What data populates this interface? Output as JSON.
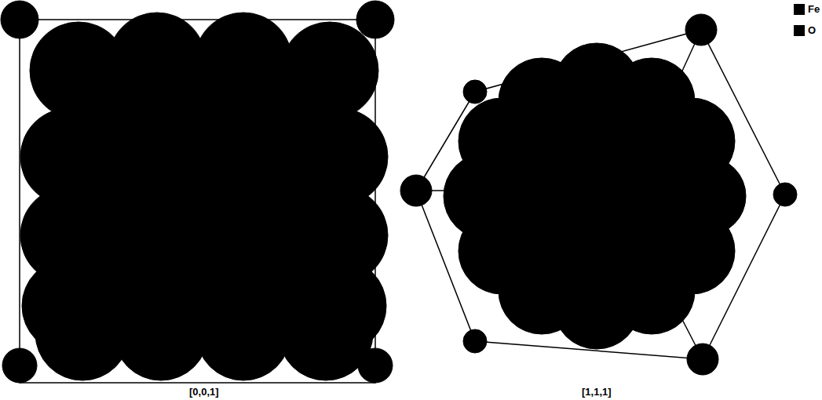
{
  "diagram": {
    "labels": [
      "[0,0,1]",
      "[1,1,1]"
    ],
    "legend": [
      {
        "text": "Fe",
        "color": "#000000"
      },
      {
        "text": "O",
        "color": "#000000"
      }
    ]
  }
}
